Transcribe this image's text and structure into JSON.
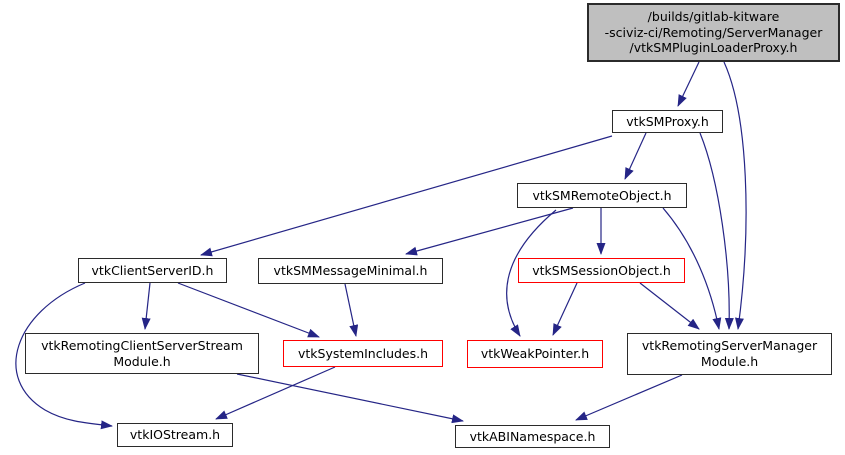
{
  "diagram": {
    "kind": "include-dependency-graph",
    "root_file": "/builds/gitlab-kitware-sciviz-ci/Remoting/ServerManager/vtkSMPluginLoaderProxy.h"
  },
  "nodes": [
    {
      "id": "plugin-loader-proxy",
      "label": "/builds/gitlab-kitware\n-sciviz-ci/Remoting/ServerManager\n/vtkSMPluginLoaderProxy.h",
      "style": "root"
    },
    {
      "id": "sm-proxy",
      "label": "vtkSMProxy.h",
      "style": "normal"
    },
    {
      "id": "sm-remote-object",
      "label": "vtkSMRemoteObject.h",
      "style": "normal"
    },
    {
      "id": "client-server-id",
      "label": "vtkClientServerID.h",
      "style": "normal"
    },
    {
      "id": "sm-message-minimal",
      "label": "vtkSMMessageMinimal.h",
      "style": "normal"
    },
    {
      "id": "sm-session-object",
      "label": "vtkSMSessionObject.h",
      "style": "red"
    },
    {
      "id": "remoting-client-server-stream-module",
      "label": "vtkRemotingClientServerStream\nModule.h",
      "style": "normal"
    },
    {
      "id": "system-includes",
      "label": "vtkSystemIncludes.h",
      "style": "red"
    },
    {
      "id": "weak-pointer",
      "label": "vtkWeakPointer.h",
      "style": "red"
    },
    {
      "id": "remoting-server-manager-module",
      "label": "vtkRemotingServerManager\nModule.h",
      "style": "normal"
    },
    {
      "id": "io-stream",
      "label": "vtkIOStream.h",
      "style": "normal"
    },
    {
      "id": "abi-namespace",
      "label": "vtkABINamespace.h",
      "style": "normal"
    }
  ],
  "edges": [
    {
      "from": "plugin-loader-proxy",
      "to": "sm-proxy"
    },
    {
      "from": "plugin-loader-proxy",
      "to": "remoting-server-manager-module"
    },
    {
      "from": "sm-proxy",
      "to": "sm-remote-object"
    },
    {
      "from": "sm-proxy",
      "to": "client-server-id"
    },
    {
      "from": "sm-proxy",
      "to": "remoting-server-manager-module"
    },
    {
      "from": "sm-remote-object",
      "to": "sm-message-minimal"
    },
    {
      "from": "sm-remote-object",
      "to": "sm-session-object"
    },
    {
      "from": "sm-remote-object",
      "to": "weak-pointer"
    },
    {
      "from": "sm-remote-object",
      "to": "remoting-server-manager-module"
    },
    {
      "from": "sm-session-object",
      "to": "weak-pointer"
    },
    {
      "from": "sm-session-object",
      "to": "remoting-server-manager-module"
    },
    {
      "from": "client-server-id",
      "to": "remoting-client-server-stream-module"
    },
    {
      "from": "client-server-id",
      "to": "system-includes"
    },
    {
      "from": "client-server-id",
      "to": "io-stream"
    },
    {
      "from": "sm-message-minimal",
      "to": "system-includes"
    },
    {
      "from": "system-includes",
      "to": "io-stream"
    },
    {
      "from": "remoting-client-server-stream-module",
      "to": "abi-namespace"
    },
    {
      "from": "remoting-server-manager-module",
      "to": "abi-namespace"
    }
  ],
  "colors": {
    "edge": "#252586",
    "highlight_border": "#ff0000",
    "node_border": "#2b2b2b",
    "root_fill": "#bfbfbf",
    "background": "#ffffff",
    "text": "#000000"
  }
}
